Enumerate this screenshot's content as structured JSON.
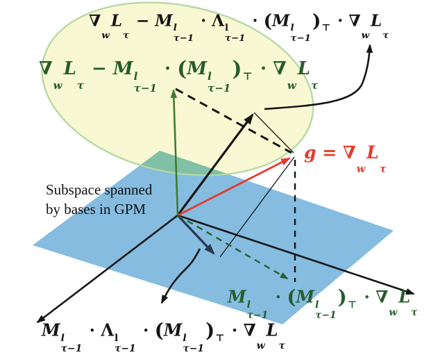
{
  "colors": {
    "ink": "#151515",
    "red": "#e8392b",
    "text_green": "#275c2c",
    "arrow_green": "#3f7a33",
    "dashed_green": "#2d5c31",
    "navy": "#2a3950",
    "plane_blue": "#85bce0",
    "ellipse_fill": "#f8f9d2",
    "ellipse_border": "#b6d8a2",
    "overlap_teal": "#7fc0a6"
  },
  "labels": {
    "subspace_line1": "Subspace spanned",
    "subspace_line2": "by bases in GPM"
  },
  "formulas": {
    "top_residual": {
      "tokens": [
        {
          "t": "∇",
          "u": 1,
          "sub": "w"
        },
        {
          "t": "L",
          "sub": "τ"
        },
        {
          "t": " − ",
          "u": 1
        },
        {
          "t": "M",
          "sup": "l",
          "sub": "τ−1"
        },
        {
          "t": " · ",
          "u": 1
        },
        {
          "t": "Λ",
          "u": 1,
          "sup": "l",
          "supu": 1,
          "sub": "τ−1"
        },
        {
          "t": " · ",
          "u": 1
        },
        {
          "t": "(",
          "u": 1,
          "big": 1
        },
        {
          "t": "M",
          "sup": "l",
          "sub": "τ−1"
        },
        {
          "t": ")",
          "u": 1,
          "big": 1,
          "sup": "⊤",
          "supu": 1
        },
        {
          "t": " · ",
          "u": 1
        },
        {
          "t": "∇",
          "u": 1,
          "sub": "w"
        },
        {
          "t": "L",
          "sub": "τ"
        }
      ]
    },
    "green_residual": {
      "tokens": [
        {
          "t": "∇",
          "u": 1,
          "sub": "w"
        },
        {
          "t": "L",
          "sub": "τ"
        },
        {
          "t": " − ",
          "u": 1
        },
        {
          "t": "M",
          "sup": "l",
          "sub": "τ−1"
        },
        {
          "t": " · ",
          "u": 1
        },
        {
          "t": "(",
          "u": 1,
          "big": 1
        },
        {
          "t": "M",
          "sup": "l",
          "sub": "τ−1"
        },
        {
          "t": ")",
          "u": 1,
          "big": 1,
          "sup": "⊤",
          "supu": 1
        },
        {
          "t": " · ",
          "u": 1
        },
        {
          "t": "∇",
          "u": 1,
          "sub": "w"
        },
        {
          "t": "L",
          "sub": "τ"
        }
      ]
    },
    "gradient_label": {
      "tokens": [
        {
          "t": "g"
        },
        {
          "t": " = ",
          "u": 1
        },
        {
          "t": "∇",
          "u": 1,
          "sub": "w"
        },
        {
          "t": "L",
          "sub": "τ"
        }
      ]
    },
    "green_projection": {
      "tokens": [
        {
          "t": "M",
          "sup": "l",
          "sub": "τ−1"
        },
        {
          "t": " · ",
          "u": 1
        },
        {
          "t": "(",
          "u": 1,
          "big": 1
        },
        {
          "t": "M",
          "sup": "l",
          "sub": "τ−1"
        },
        {
          "t": ")",
          "u": 1,
          "big": 1,
          "sup": "⊤",
          "supu": 1
        },
        {
          "t": " · ",
          "u": 1
        },
        {
          "t": "∇",
          "u": 1,
          "sub": "w"
        },
        {
          "t": "L",
          "sub": "τ"
        }
      ]
    },
    "black_projection": {
      "tokens": [
        {
          "t": "M",
          "sup": "l",
          "sub": "τ−1"
        },
        {
          "t": " · ",
          "u": 1
        },
        {
          "t": "Λ",
          "u": 1,
          "sup": "l",
          "supu": 1,
          "sub": "τ−1"
        },
        {
          "t": " · ",
          "u": 1
        },
        {
          "t": "(",
          "u": 1,
          "big": 1
        },
        {
          "t": "M",
          "sup": "l",
          "sub": "τ−1"
        },
        {
          "t": ")",
          "u": 1,
          "big": 1,
          "sup": "⊤",
          "supu": 1
        },
        {
          "t": " · ",
          "u": 1
        },
        {
          "t": "∇",
          "u": 1,
          "sub": "w"
        },
        {
          "t": "L",
          "sub": "τ"
        }
      ]
    }
  }
}
